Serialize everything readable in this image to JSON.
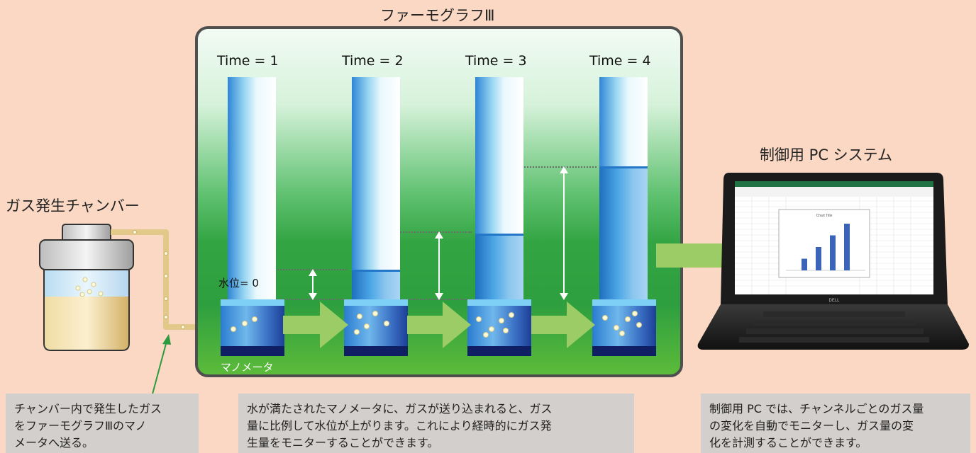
{
  "titles": {
    "farmograph": "ファーモグラフⅢ",
    "chamber": "ガス発生チャンバー",
    "pc": "制御用 PC システム"
  },
  "time_labels": [
    "Time = 1",
    "Time = 2",
    "Time = 3",
    "Time = 4"
  ],
  "water_level_label": "水位= 0",
  "manometer_label": "マノメータ",
  "laptop": {
    "brand": "DELL",
    "chart_title": "Chart Title",
    "bar_values": [
      1,
      2,
      3,
      4
    ]
  },
  "notes": {
    "left": [
      "チャンバー内で発生したガス",
      "をファーモグラフⅢのマノ",
      "メータへ送る。"
    ],
    "center": [
      "水が満たされたマノメータに、ガスが送り込まれると、ガス",
      "量に比例して水位が上がります。これにより経時的にガス発",
      "生量をモニターすることができます。"
    ],
    "right": [
      "制御用 PC では、チャンネルごとのガス量",
      "の変化を自動でモニターし、ガス量の変",
      "化を計測することができます。"
    ]
  },
  "colors": {
    "background": "#fad8c3",
    "panel_border": "#4f4f4f",
    "arrow_green": "#9ccc65",
    "note_bg": "#d2cfcc",
    "tube_water": "#2376c8",
    "manometer_base": "#101f63"
  }
}
